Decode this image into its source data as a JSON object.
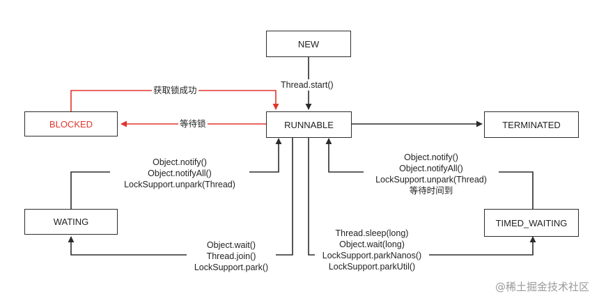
{
  "states": {
    "new": "NEW",
    "runnable": "RUNNABLE",
    "blocked": "BLOCKED",
    "terminated": "TERMINATED",
    "waiting": "WATING",
    "timed_waiting": "TIMED_WAITING"
  },
  "transitions": {
    "thread_start": "Thread.start()",
    "lock_acquired": "获取锁成功",
    "wait_for_lock": "等待锁",
    "to_runnable_from_waiting": [
      "Object.notify()",
      "Object.notifyAll()",
      "LockSupport.unpark(Thread)"
    ],
    "to_waiting": [
      "Object.wait()",
      "Thread.join()",
      "LockSupport.park()"
    ],
    "to_timed_waiting": [
      "Thread.sleep(long)",
      "Object.wait(long)",
      "LockSupport.parkNanos()",
      "LockSupport.parkUtil()"
    ],
    "to_runnable_from_timed_waiting": [
      "Object.notify()",
      "Object.notifyAll()",
      "LockSupport.unpark(Thread)",
      "等待时间到"
    ]
  },
  "watermark": "@稀土掘金技术社区",
  "colors": {
    "line": "#2b2b2b",
    "red": "#e0342b"
  }
}
